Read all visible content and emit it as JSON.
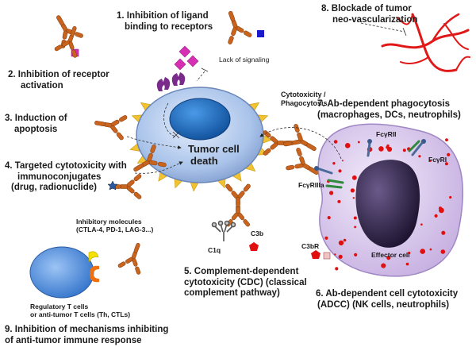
{
  "labels": {
    "l1": [
      "1. Inhibition of ligand",
      "binding to receptors"
    ],
    "l2": [
      "2. Inhibition of receptor",
      "activation"
    ],
    "l3": [
      "3. Induction  of",
      "apoptosis"
    ],
    "l4": [
      "4. Targeted cytotoxicity with",
      "immunoconjugates",
      "(drug, radionuclide)"
    ],
    "l5": [
      "5. Complement-dependent",
      "cytotoxicity (CDC) (classical",
      "complement  pathway)"
    ],
    "l6": [
      "6. Ab-dependent cell cytotoxicity",
      "(ADCC) (NK cells, neutrophils)"
    ],
    "l7": [
      "7. Ab-dependent phagocytosis",
      "(macrophages, DCs, neutrophils)"
    ],
    "l8": [
      "8. Blockade of tumor",
      "neo-vascularization"
    ],
    "l9": [
      "9. Inhibition of mechanisms inhibiting",
      "of anti-tumor immune response"
    ],
    "lack_signaling": "Lack of signaling",
    "cytotox_phago": [
      "Cytotoxicity /",
      "Phagocytosis"
    ],
    "tumor_cell_death": [
      "Tumor cell",
      "death"
    ],
    "inhibitory_molecules": [
      "Inhibitory molecules",
      "(CTLA-4, PD-1, LAG-3...)"
    ],
    "regulatory_t": [
      "Regulatory T cells",
      "or anti-tumor T cells (Th, CTLs)"
    ],
    "c1q": "C1q",
    "c3b": "C3b",
    "c3br": "C3bR",
    "fcgrii": "FcγRII",
    "fcgri": "FcγRI",
    "fcgriiia": "FcγRIIIa",
    "effector_cell": "Effector cell"
  },
  "colors": {
    "antibody": "#c8641e",
    "antibody_dark": "#8a3f0c",
    "tumor_cell": "#b8cff0",
    "tumor_nucleus": "#1f6fc4",
    "receptor": "#7a2a8a",
    "ligand": "#d62fb3",
    "blue_ligand": "#1a1acc",
    "spike": "#f2c230",
    "effector_cell": "#d9c8ec",
    "effector_nucleus": "#3a2a5a",
    "granule": "#e01010",
    "vessel": "#e01818",
    "fc_receptor_blue": "#4a6a9a",
    "fc_receptor_green": "#2e8a3a",
    "treg_cell": "#4a8ad8",
    "yellow_molecule": "#f5e000",
    "orange_molecule": "#f07010",
    "pentagon": "#e01010"
  }
}
